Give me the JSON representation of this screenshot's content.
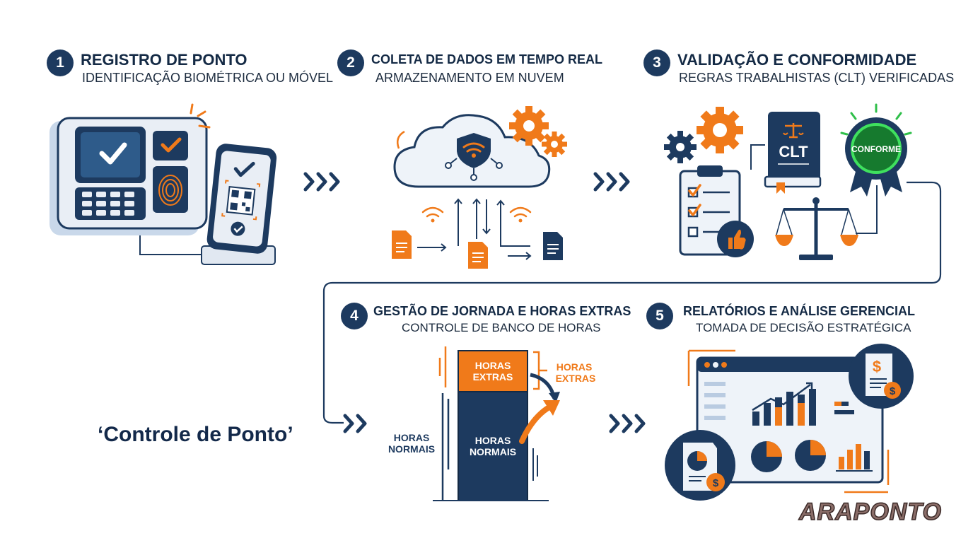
{
  "steps": [
    {
      "number": "1",
      "title": "REGISTRO DE PONTO",
      "subtitle": "IDENTIFICAÇÃO BIOMÉTRICA OU MÓVEL"
    },
    {
      "number": "2",
      "title": "COLETA DE DADOS EM TEMPO REAL",
      "subtitle": "ARMAZENAMENTO EM NUVEM"
    },
    {
      "number": "3",
      "title": "VALIDAÇÃO E CONFORMIDADE",
      "subtitle": "REGRAS TRABALHISTAS (CLT) VERIFICADAS"
    },
    {
      "number": "4",
      "title": "GESTÃO DE JORNADA E HORAS EXTRAS",
      "subtitle": "CONTROLE DE BANCO DE HORAS"
    },
    {
      "number": "5",
      "title": "RELATÓRIOS E ANÁLISE GERENCIAL",
      "subtitle": "TOMADA DE DECISÃO ESTRATÉGICA"
    }
  ],
  "validation": {
    "book_label": "CLT",
    "seal_label": "CONFORME"
  },
  "hours": {
    "extra_inner_line1": "HORAS",
    "extra_inner_line2": "EXTRAS",
    "extra_outer_line1": "HORAS",
    "extra_outer_line2": "EXTRAS",
    "normal_inner_line1": "HORAS",
    "normal_inner_line2": "NORMAIS",
    "normal_outer_line1": "HORAS",
    "normal_outer_line2": "NORMAIS"
  },
  "caption": "‘Controle de Ponto’",
  "logo": "ARAPONTO",
  "colors": {
    "navy": "#1d3a5f",
    "orange": "#f07a1a",
    "green": "#2fbf4a",
    "light_blue": "#dde7f3"
  },
  "icons": [
    "biometric-terminal-icon",
    "smartphone-qr-icon",
    "cloud-shield-icon",
    "gear-icon",
    "document-icon",
    "wifi-icon",
    "clipboard-checklist-icon",
    "clt-book-icon",
    "conforme-seal-icon",
    "scale-icon",
    "thumbs-up-icon",
    "hours-bar-icon",
    "dashboard-icon",
    "invoice-dollar-icon",
    "pie-report-icon",
    "chevrons-right-icon"
  ]
}
